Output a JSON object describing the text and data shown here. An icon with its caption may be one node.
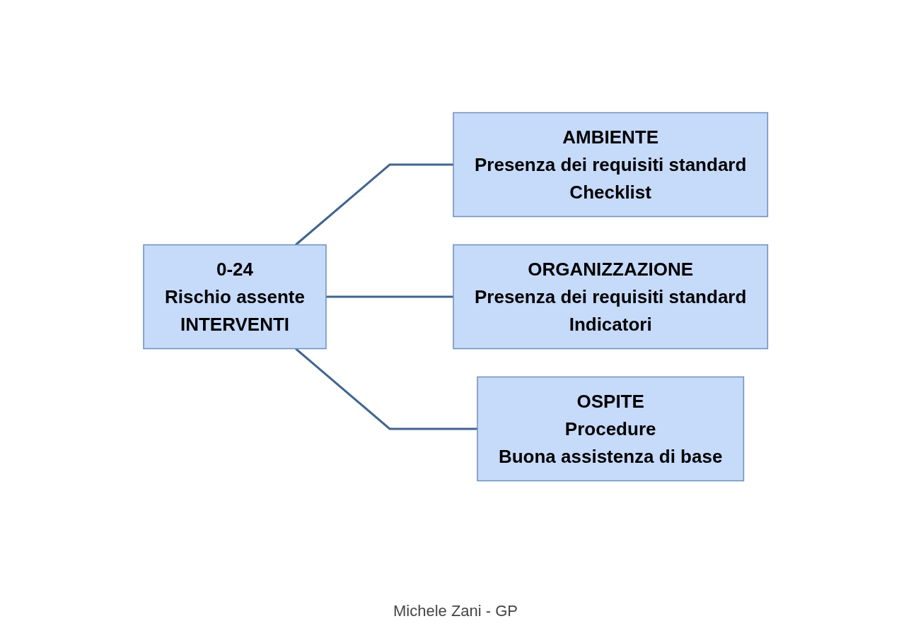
{
  "diagram": {
    "nodes": [
      {
        "text": [
          "0-24",
          "Rischio assente",
          "INTERVENTI"
        ]
      },
      {
        "text": [
          "AMBIENTE",
          "Presenza dei requisiti standard",
          "Checklist"
        ]
      },
      {
        "text": [
          "ORGANIZZAZIONE",
          "Presenza dei requisiti standard",
          "Indicatori"
        ]
      },
      {
        "text": [
          "OSPITE",
          "Procedure",
          "Buona assistenza di base"
        ]
      }
    ],
    "edges": [
      {
        "from": 0,
        "to": 1,
        "arrow": "none"
      },
      {
        "from": 0,
        "to": 2,
        "arrow": "none"
      },
      {
        "from": 0,
        "to": 3,
        "arrow": "none"
      }
    ],
    "labels": [
      "Michele Zani - GP"
    ]
  }
}
